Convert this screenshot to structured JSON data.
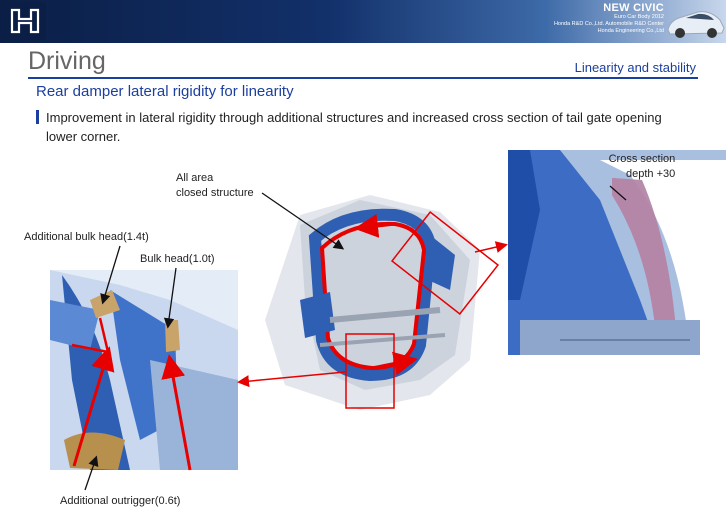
{
  "header": {
    "model": "NEW CIVIC",
    "lines": [
      "Euro Car Body 2012",
      "Honda R&D Co.,Ltd. Automobile R&D Center",
      "Honda Engineering Co.,Ltd"
    ]
  },
  "page": {
    "title": "Driving",
    "right_heading": "Linearity and stability",
    "subtitle": "Rear damper lateral rigidity for linearity",
    "bullet": "Improvement in lateral rigidity through additional structures and increased cross section  of  tail gate opening lower corner."
  },
  "labels": {
    "all_area_1": "All area",
    "all_area_2": "closed structure",
    "cross_section_1": "Cross section",
    "cross_section_2": "depth +30",
    "additional_bulk_head": "Additional bulk head(1.4t)",
    "bulk_head": "Bulk head(1.0t)",
    "outrigger": "Additional outrigger(0.6t)"
  },
  "colors": {
    "accent": "#1b3f9e",
    "highlight": "#e60000"
  }
}
